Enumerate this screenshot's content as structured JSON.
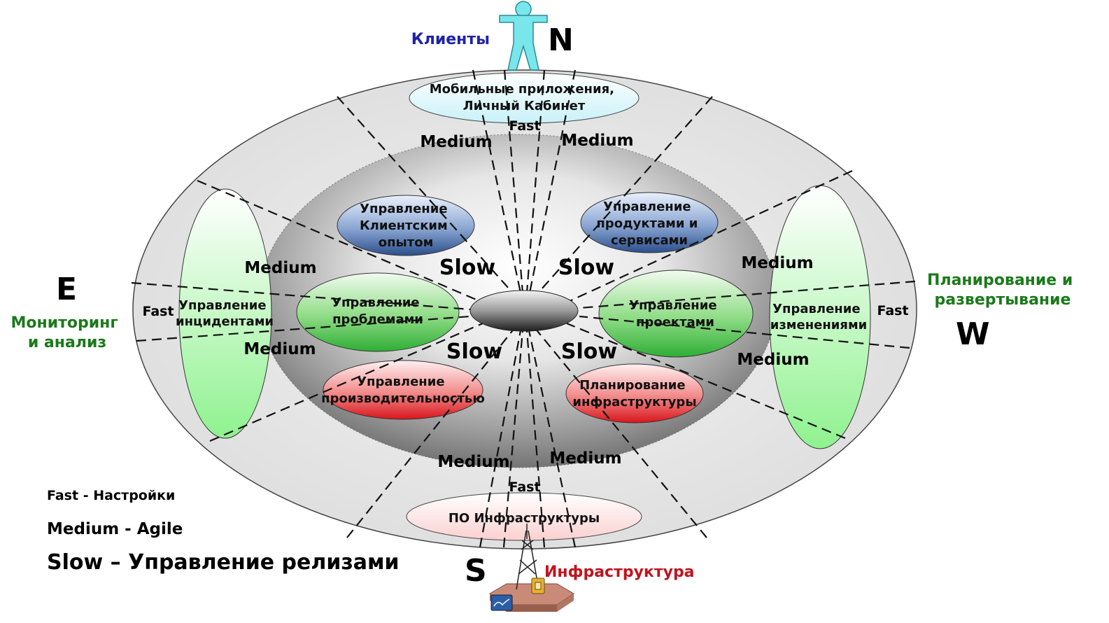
{
  "directions": {
    "north": "N",
    "east": "E",
    "west": "W",
    "south": "S"
  },
  "actors": {
    "top": "Клиенты",
    "bottom": "Инфраструктура",
    "left": [
      "Мониторинг",
      "и анализ"
    ],
    "right": [
      "Планирование и",
      "развертывание"
    ]
  },
  "top_oval": [
    "Мобильные приложения,",
    "Личный Кабинет"
  ],
  "bottom_oval": [
    "ПО Инфраструктуры"
  ],
  "left_oval": [
    "Управление",
    "инцидентами"
  ],
  "right_oval": [
    "Управление",
    "изменениями"
  ],
  "inner_ovals": {
    "customer_experience": [
      "Управление",
      "Клиентским",
      "опытом"
    ],
    "products_services": [
      "Управление",
      "продуктами и",
      "сервисами"
    ],
    "problems": [
      "Управление",
      "проблемами"
    ],
    "projects": [
      "Управление",
      "проектами"
    ],
    "performance": [
      "Управление",
      "производительностью"
    ],
    "infra_planning": [
      "Планирование",
      "инфраструктуры"
    ]
  },
  "speed_labels": {
    "fast": "Fast",
    "medium": "Medium",
    "slow": "Slow"
  },
  "legend": {
    "fast": "Fast - Настройки",
    "medium": "Medium - Agile",
    "slow": "Slow – Управление релизами"
  },
  "colors": {
    "clients": "#1f23a8",
    "infrastructure": "#c0141e",
    "green_labels": "#1a7a1a"
  }
}
